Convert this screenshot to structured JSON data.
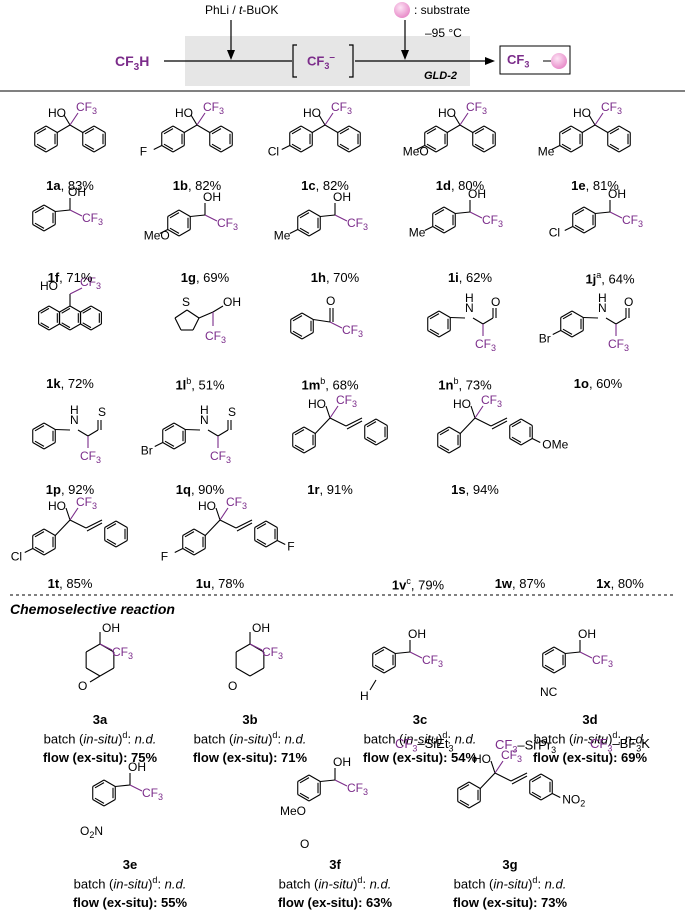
{
  "scheme": {
    "reagent_label": "PhLi / t-BuOK",
    "substrate_legend": ": substrate",
    "temperature": "–95 °C",
    "start": "CF3H",
    "intermediate": "CF3–",
    "device": "GLD-2",
    "product": "CF3–"
  },
  "products": [
    {
      "id": "1a",
      "sup": "",
      "yield": "83%"
    },
    {
      "id": "1b",
      "sup": "",
      "yield": "82%"
    },
    {
      "id": "1c",
      "sup": "",
      "yield": "82%"
    },
    {
      "id": "1d",
      "sup": "",
      "yield": "80%"
    },
    {
      "id": "1e",
      "sup": "",
      "yield": "81%"
    },
    {
      "id": "1f",
      "sup": "",
      "yield": "71%"
    },
    {
      "id": "1g",
      "sup": "",
      "yield": "69%"
    },
    {
      "id": "1h",
      "sup": "",
      "yield": "70%"
    },
    {
      "id": "1i",
      "sup": "",
      "yield": "62%"
    },
    {
      "id": "1j",
      "sup": "a",
      "yield": "64%"
    },
    {
      "id": "1k",
      "sup": "",
      "yield": "72%"
    },
    {
      "id": "1l",
      "sup": "b",
      "yield": "51%"
    },
    {
      "id": "1m",
      "sup": "b",
      "yield": "68%"
    },
    {
      "id": "1n",
      "sup": "b",
      "yield": "73%"
    },
    {
      "id": "1o",
      "sup": "",
      "yield": "60%"
    },
    {
      "id": "1p",
      "sup": "",
      "yield": "92%"
    },
    {
      "id": "1q",
      "sup": "",
      "yield": "90%"
    },
    {
      "id": "1r",
      "sup": "",
      "yield": "91%"
    },
    {
      "id": "1s",
      "sup": "",
      "yield": "94%"
    },
    {
      "id": "1t",
      "sup": "",
      "yield": "85%"
    },
    {
      "id": "1u",
      "sup": "",
      "yield": "78%"
    },
    {
      "id": "1v",
      "sup": "c",
      "yield": "79%"
    },
    {
      "id": "1w",
      "sup": "",
      "yield": "87%"
    },
    {
      "id": "1x",
      "sup": "",
      "yield": "80%"
    }
  ],
  "silane_labels": {
    "v": "CF3–SiEt3",
    "w": "CF3–SiiPr3",
    "x": "CF3–BF3K"
  },
  "chemo": {
    "title": "Chemoselective reaction",
    "batch_label": "batch (in-situ)d: n.d.",
    "items": [
      {
        "id": "3a",
        "flow": "flow (ex-situ): 75%"
      },
      {
        "id": "3b",
        "flow": "flow (ex-situ): 71%"
      },
      {
        "id": "3c",
        "flow": "flow (ex-situ): 54%"
      },
      {
        "id": "3d",
        "flow": "flow (ex-situ): 69%"
      },
      {
        "id": "3e",
        "flow": "flow (ex-situ): 55%"
      },
      {
        "id": "3f",
        "flow": "flow (ex-situ): 63%"
      },
      {
        "id": "3g",
        "flow": "flow (ex-situ): 73%"
      }
    ]
  },
  "colors": {
    "cf3": "#7b2c8a",
    "gray_box": "#e6e6e6",
    "pink": "#f0a6d8"
  }
}
